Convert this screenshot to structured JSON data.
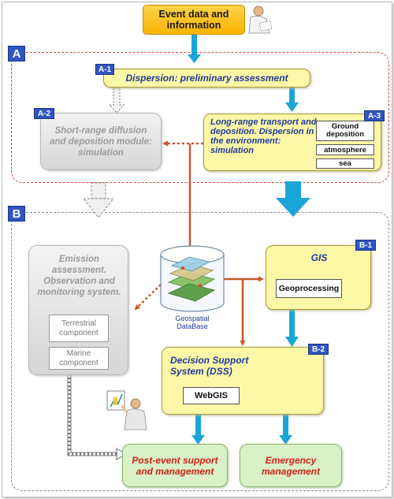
{
  "event": {
    "label": "Event data and information"
  },
  "sections": {
    "a": "A",
    "b": "B"
  },
  "tags": {
    "a1": "A-1",
    "a2": "A-2",
    "a3": "A-3",
    "b1": "B-1",
    "b2": "B-2"
  },
  "dispersion": {
    "title": "Dispersion: preliminary assessment"
  },
  "short_range": {
    "text": "Short-range diffusion and deposition module: simulation"
  },
  "long_range": {
    "text": "Long-range transport and deposition. Dispersion in the environment: simulation",
    "items": [
      "Ground deposition",
      "atmosphere",
      "sea"
    ]
  },
  "emission": {
    "text": "Emission assessment. Observation and monitoring system.",
    "components": [
      "Terrestrial component",
      "Marine component"
    ]
  },
  "geodb": {
    "label": "Geospatial DataBase"
  },
  "gis": {
    "title": "GIS",
    "geoprocessing": "Geoprocessing"
  },
  "dss": {
    "title": "Decision Support System (DSS)",
    "webgis": "WebGIS"
  },
  "outputs": {
    "post_event": "Post-event support and management",
    "emergency": "Emergency management"
  },
  "colors": {
    "blue_arrow": "#1aa5d8",
    "orange_arrow": "#c8582a",
    "section_a": "#d9433a",
    "tag_bg": "#2f55c4",
    "red_text": "#d2201a"
  }
}
